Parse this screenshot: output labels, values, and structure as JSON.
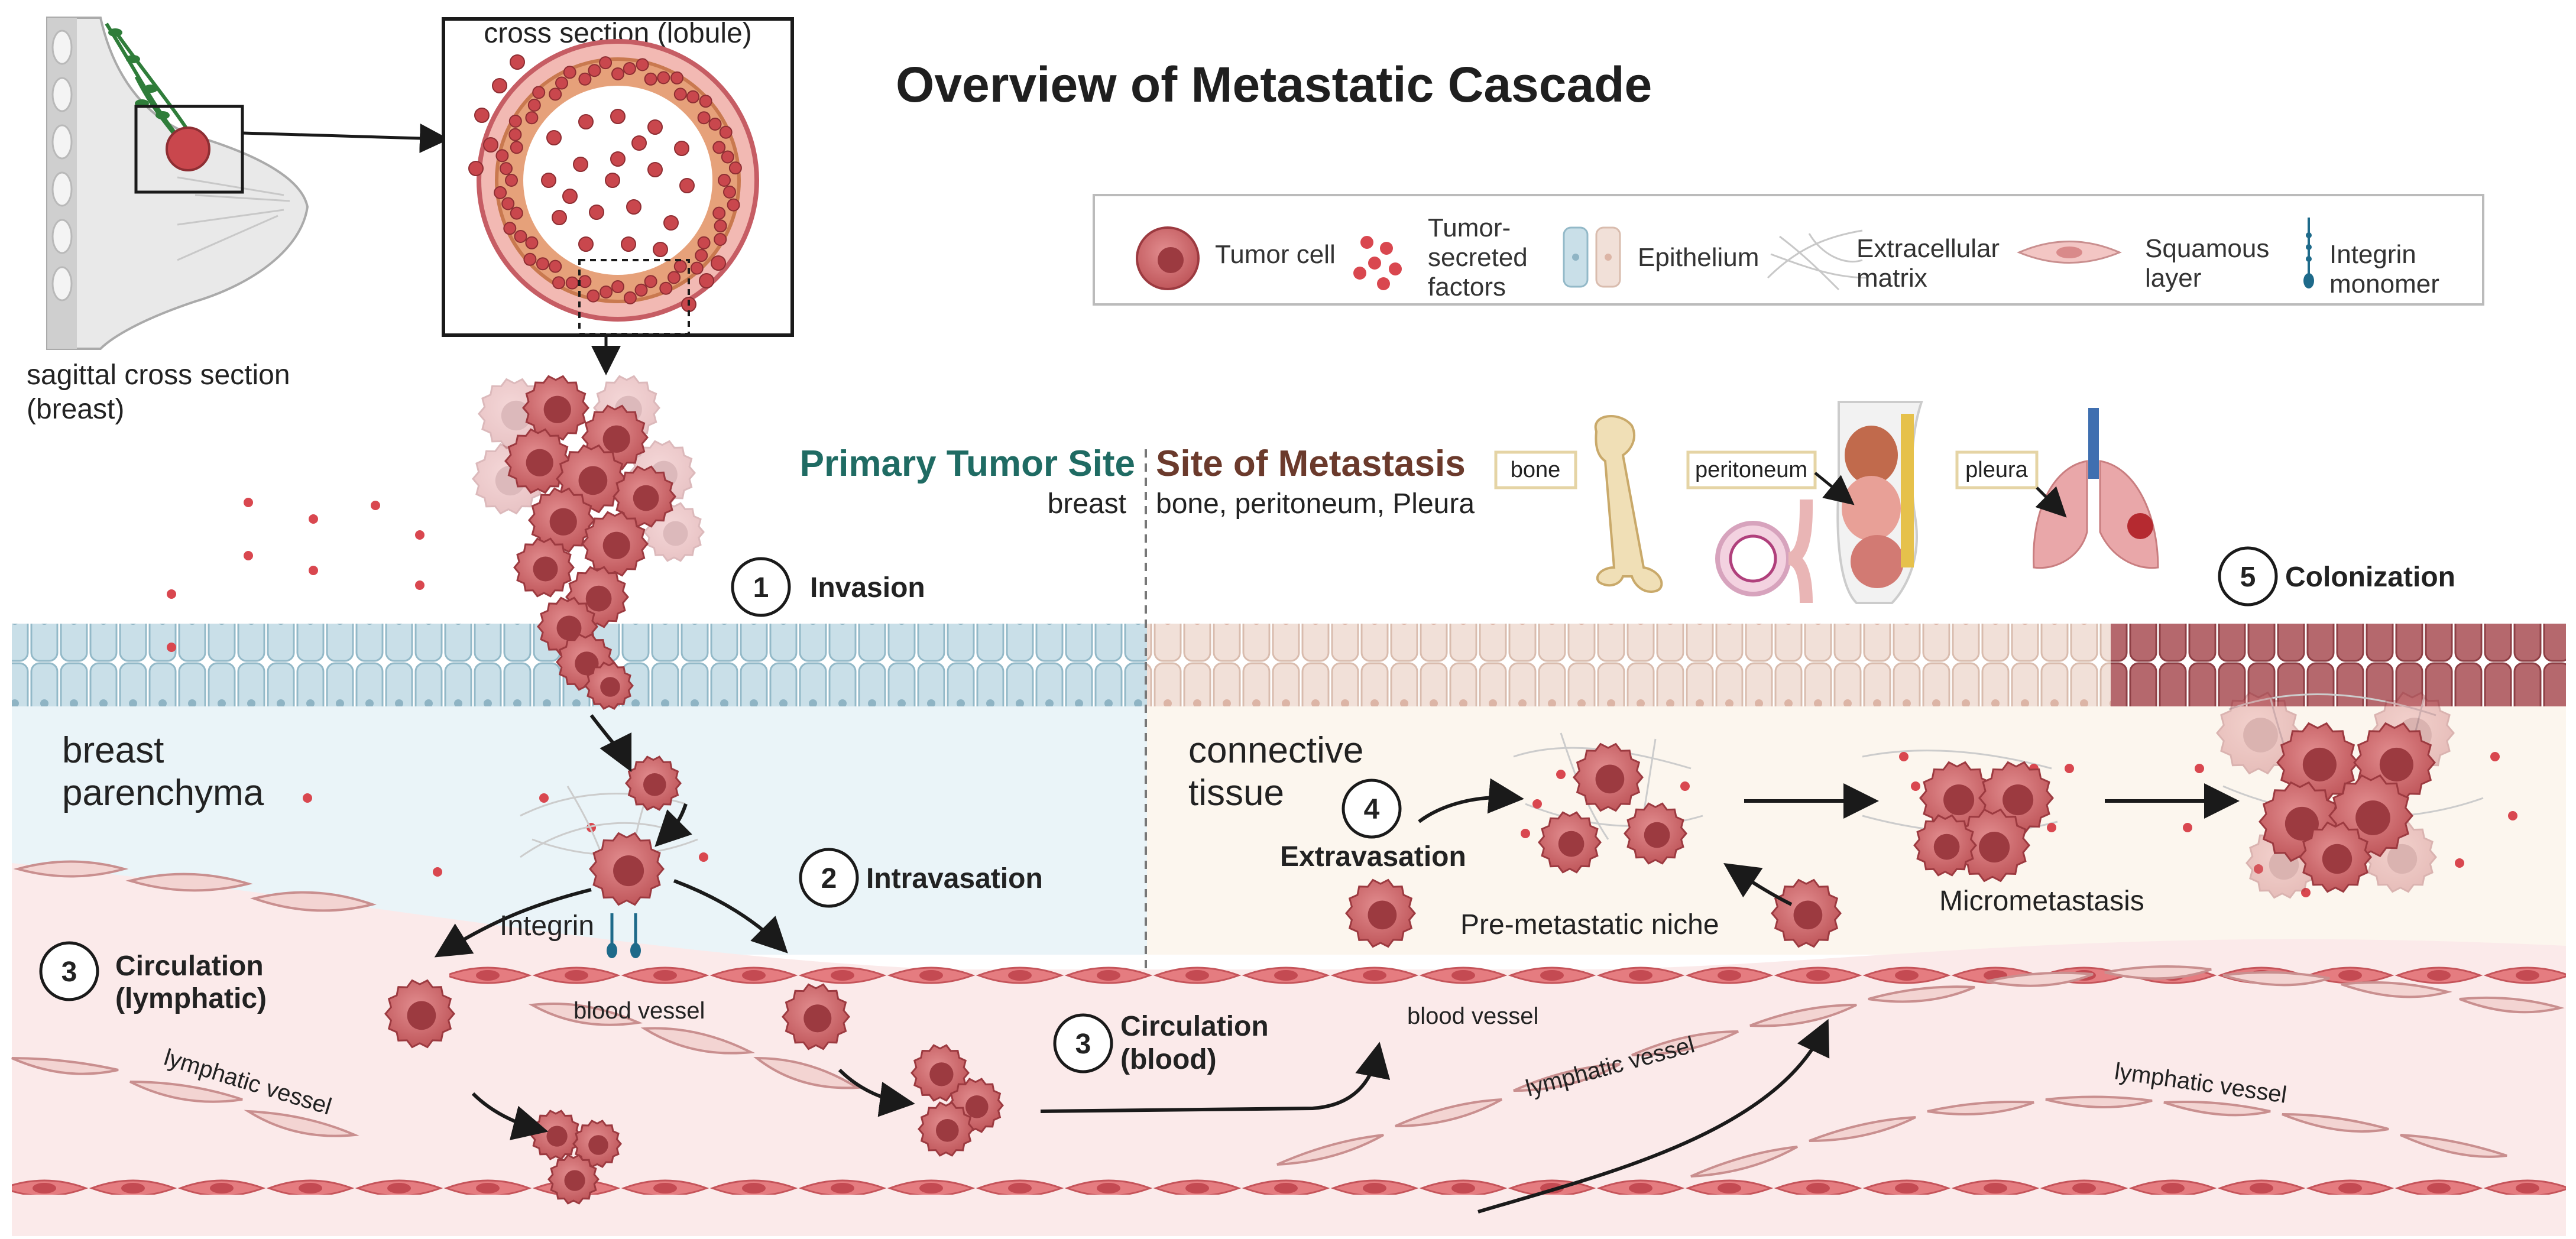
{
  "title": "Overview of Metastatic Cascade",
  "labels": {
    "sagittal": [
      "sagittal cross section",
      "(breast)"
    ],
    "cross_section": "cross section (lobule)",
    "primary_site": "Primary Tumor Site",
    "primary_site_sub": "breast",
    "metastasis_site": "Site of Metastasis",
    "metastasis_site_sub": "bone, peritoneum, Pleura",
    "bone": "bone",
    "peritoneum": "peritoneum",
    "pleura": "pleura",
    "breast_parenchyma": [
      "breast",
      "parenchyma"
    ],
    "connective_tissue": [
      "connective",
      "tissue"
    ],
    "integrin": "Integrin",
    "blood_vessel_1": "blood vessel",
    "blood_vessel_2": "blood vessel",
    "lymphatic_vessel_1": "lymphatic vessel",
    "lymphatic_vessel_2": "lymphatic vessel",
    "lymphatic_vessel_3": "lymphatic vessel",
    "pre_metastatic_niche": "Pre-metastatic niche",
    "micrometastasis": "Micrometastasis"
  },
  "steps": [
    {
      "number": "1",
      "label": "Invasion"
    },
    {
      "number": "2",
      "label": "Intravasation"
    },
    {
      "number": "3",
      "label": [
        "Circulation",
        "(lymphatic)"
      ]
    },
    {
      "number": "3",
      "label": [
        "Circulation",
        "(blood)"
      ]
    },
    {
      "number": "4",
      "label": "Extravasation"
    },
    {
      "number": "5",
      "label": "Colonization"
    }
  ],
  "legend": [
    {
      "icon": "tumor-cell-icon",
      "label": [
        "Tumor cell"
      ]
    },
    {
      "icon": "tumor-factors-icon",
      "label": [
        "Tumor-",
        "secreted",
        "factors"
      ]
    },
    {
      "icon": "epithelium-icon",
      "label": [
        "Epithelium"
      ]
    },
    {
      "icon": "ecm-icon",
      "label": [
        "Extracellular",
        "matrix"
      ]
    },
    {
      "icon": "squamous-icon",
      "label": [
        "Squamous",
        "layer"
      ]
    },
    {
      "icon": "integrin-icon",
      "label": [
        "Integrin",
        "monomer"
      ]
    }
  ],
  "colors": {
    "tumor": "#c95a5e",
    "tumor_dark": "#9c3a40",
    "tumor_light": "#e39a9a",
    "epithelium_blue": "#c9dfe8",
    "epithelium_beige": "#f0ddd4",
    "colonized_epithelium": "#b56a6e",
    "parenchyma_bg": "#eaf4f8",
    "connective_bg": "#fcf6ee",
    "vessel_bg": "#fbe8e8",
    "primary_heading": "#1f6b63",
    "metastasis_heading": "#6b3a2c"
  }
}
